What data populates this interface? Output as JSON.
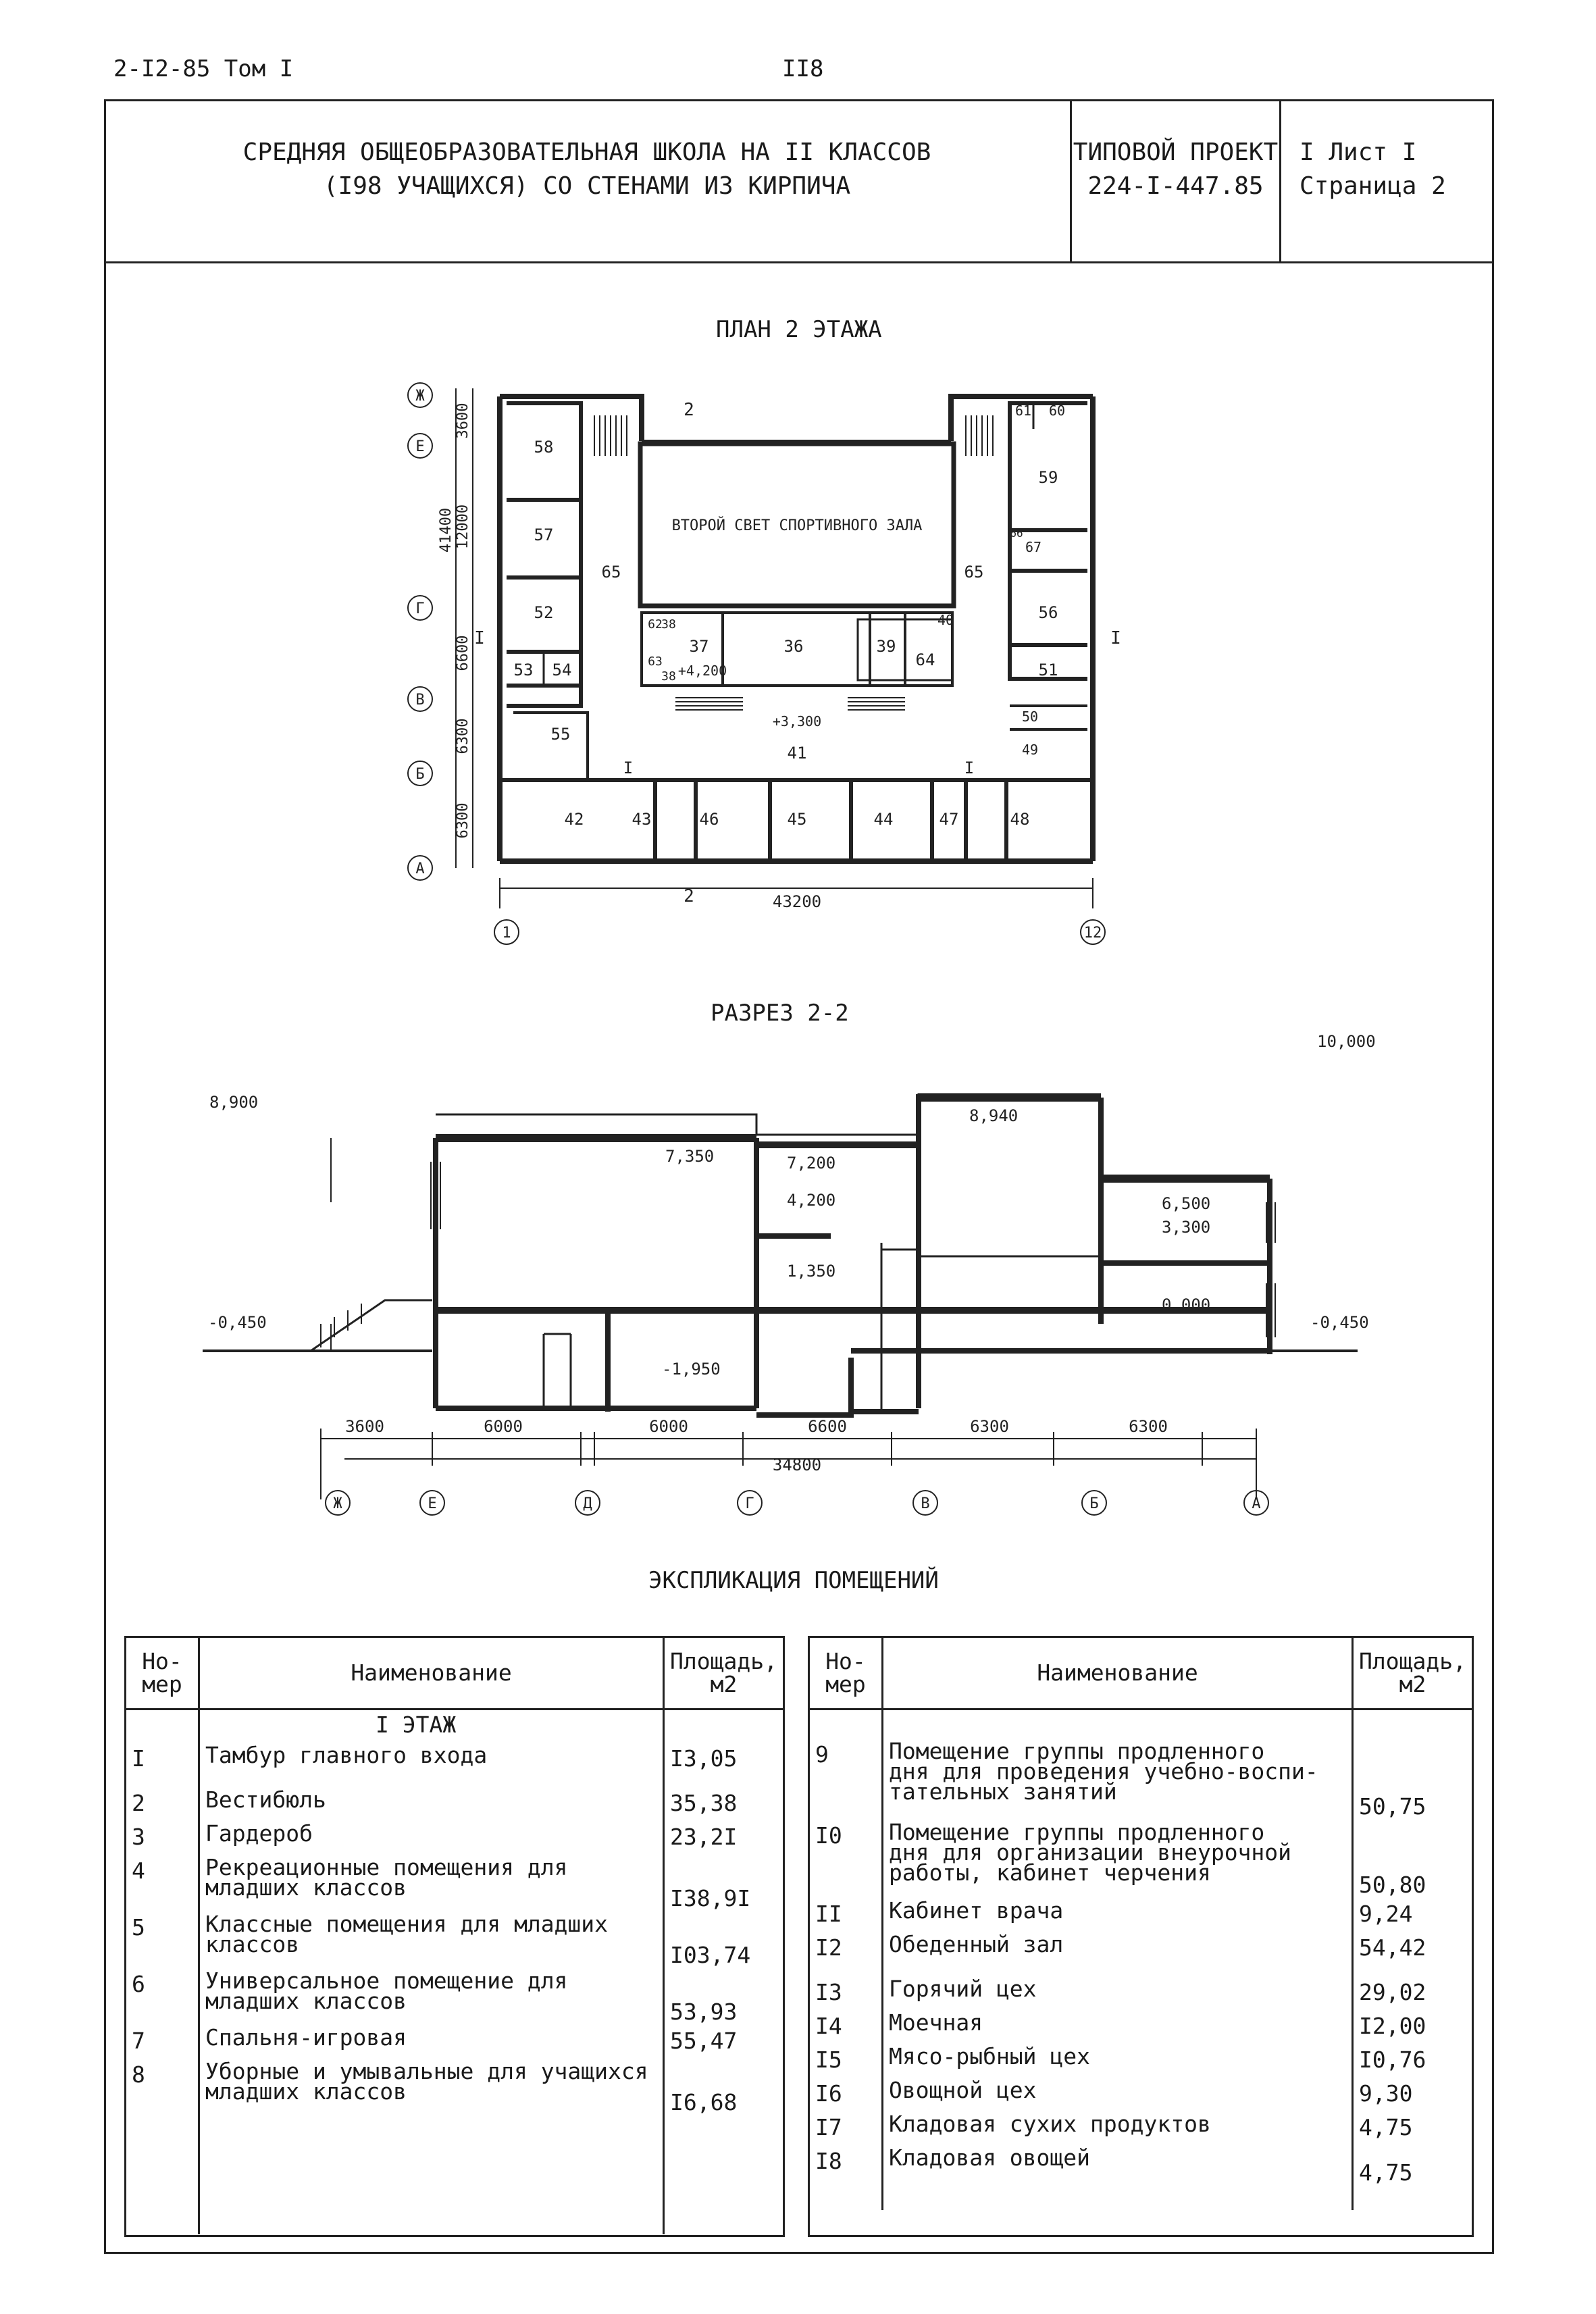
{
  "header": {
    "code": "2-I2-85 Том I",
    "page_number": "II8"
  },
  "title_block": {
    "title_line1": "СРЕДНЯЯ ОБЩЕОБРАЗОВАТЕЛЬНАЯ ШКОЛА НА II КЛАССОВ",
    "title_line2": "(I98 УЧАЩИХСЯ) СО СТЕНАМИ ИЗ КИРПИЧА",
    "project_line1": "ТИПОВОЙ ПРОЕКТ",
    "project_line2": "224-I-447.85",
    "sheet_line1": "I Лист I",
    "sheet_line2": "Страница 2"
  },
  "plan": {
    "title": "ПЛАН 2 ЭТАЖА",
    "gym_label": "ВТОРОЙ СВЕТ СПОРТИВНОГО ЗАЛА",
    "axes_rows": [
      "Ж",
      "Е",
      "Г",
      "В",
      "Б",
      "А"
    ],
    "axes_cols": [
      "1",
      "12"
    ],
    "dims_vertical": [
      "3600",
      "12000",
      "6600",
      "6300",
      "6300"
    ],
    "dim_total_vertical": "41400",
    "dim_total_horizontal": "43200",
    "section_mark": "2",
    "side_mark": "I",
    "marks": [
      "+4,200",
      "+3,300"
    ],
    "rooms": [
      "58",
      "57",
      "52",
      "53",
      "54",
      "55",
      "65",
      "65",
      "62",
      "38",
      "63",
      "38",
      "37",
      "36",
      "39",
      "40",
      "64",
      "61",
      "60",
      "59",
      "66",
      "67",
      "56",
      "51",
      "50",
      "49",
      "41",
      "42",
      "43",
      "46",
      "45",
      "44",
      "47",
      "48",
      "I",
      "I"
    ]
  },
  "section": {
    "title": "РАЗРЕЗ 2-2",
    "levels": [
      "8,900",
      "10,000",
      "7,350",
      "7,200",
      "4,200",
      "8,940",
      "6,500",
      "3,300",
      "1,350",
      "0,000",
      "-0,450",
      "-0,450",
      "-1,950"
    ],
    "dims": [
      "3600",
      "6000",
      "6000",
      "6600",
      "6300",
      "6300"
    ],
    "dim_total": "34800",
    "axes": [
      "Ж",
      "Е",
      "Д",
      "Г",
      "В",
      "Б",
      "А"
    ]
  },
  "explication": {
    "title": "ЭКСПЛИКАЦИЯ ПОМЕЩЕНИЙ",
    "columns": {
      "num": "Но-\nмер",
      "name": "Наименование",
      "area": "Площадь,\nм2"
    },
    "left": {
      "section_title": "I ЭТАЖ",
      "rows": [
        {
          "num": "I",
          "name": "Тамбур главного входа",
          "area": "I3,05"
        },
        {
          "num": "2",
          "name": "Вестибюль",
          "area": "35,38"
        },
        {
          "num": "3",
          "name": "Гардероб",
          "area": "23,2I"
        },
        {
          "num": "4",
          "name": "Рекреационные помещения для\nмладших классов",
          "area": "I38,9I"
        },
        {
          "num": "5",
          "name": "Классные помещения для младших\nклассов",
          "area": "I03,74"
        },
        {
          "num": "6",
          "name": "Универсальное помещение для\nмладших классов",
          "area": "53,93"
        },
        {
          "num": "7",
          "name": "Спальня-игровая",
          "area": "55,47"
        },
        {
          "num": "8",
          "name": "Уборные и умывальные для учащихся\nмладших классов",
          "area": "I6,68"
        }
      ]
    },
    "right": {
      "rows": [
        {
          "num": "9",
          "name": "Помещение группы продленного\nдня для проведения учебно-воспи-\nтательных занятий",
          "area": "50,75"
        },
        {
          "num": "I0",
          "name": "Помещение группы продленного\nдня для организации внеурочной\nработы, кабинет черчения",
          "area": "50,80"
        },
        {
          "num": "II",
          "name": "Кабинет врача",
          "area": "9,24"
        },
        {
          "num": "I2",
          "name": "Обеденный зал",
          "area": "54,42"
        },
        {
          "num": "I3",
          "name": "Горячий цех",
          "area": "29,02"
        },
        {
          "num": "I4",
          "name": "Моечная",
          "area": "I2,00"
        },
        {
          "num": "I5",
          "name": "Мясо-рыбный цех",
          "area": "I0,76"
        },
        {
          "num": "I6",
          "name": "Овощной цех",
          "area": "9,30"
        },
        {
          "num": "I7",
          "name": "Кладовая сухих продуктов",
          "area": "4,75"
        },
        {
          "num": "I8",
          "name": "Кладовая овощей",
          "area": "4,75"
        }
      ]
    }
  }
}
